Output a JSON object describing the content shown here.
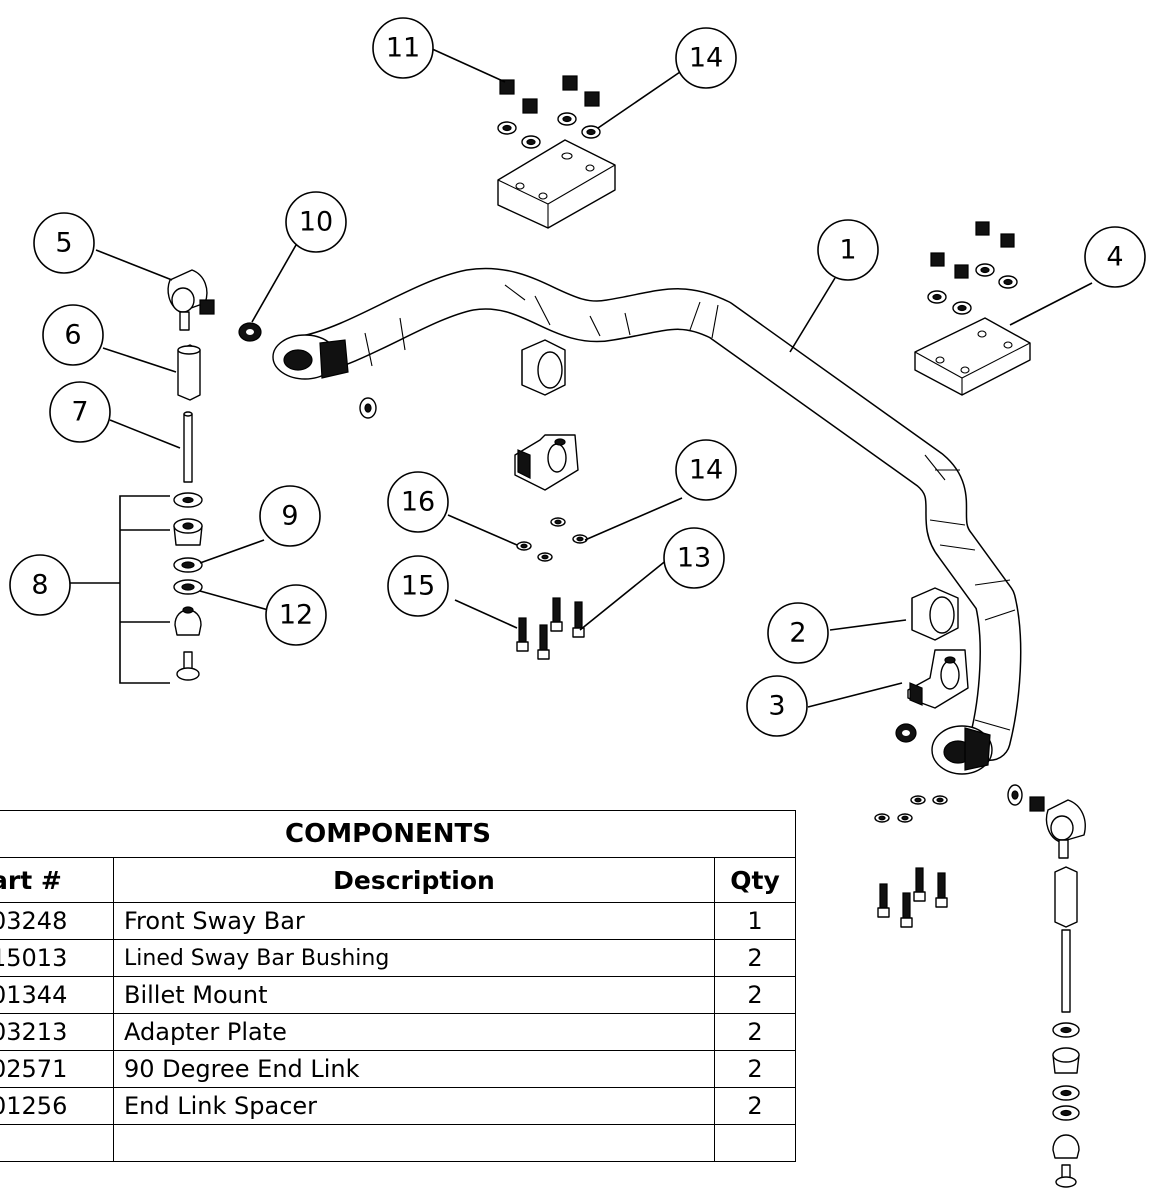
{
  "callouts": [
    "1",
    "2",
    "3",
    "4",
    "5",
    "6",
    "7",
    "8",
    "9",
    "10",
    "11",
    "12",
    "13",
    "14",
    "14",
    "15",
    "16"
  ],
  "table": {
    "title": "COMPONENTS",
    "headers": {
      "part": "art #",
      "description": "Description",
      "qty": "Qty"
    },
    "rows": [
      {
        "part": "03248",
        "description": "Front Sway Bar",
        "qty": "1"
      },
      {
        "part": "15013",
        "description": "Lined Sway Bar Bushing",
        "qty": "2"
      },
      {
        "part": "01344",
        "description": "Billet Mount",
        "qty": "2"
      },
      {
        "part": "03213",
        "description": "Adapter Plate",
        "qty": "2"
      },
      {
        "part": "02571",
        "description": "90 Degree End Link",
        "qty": "2"
      },
      {
        "part": "01256",
        "description": "End Link Spacer",
        "qty": "2"
      }
    ]
  }
}
